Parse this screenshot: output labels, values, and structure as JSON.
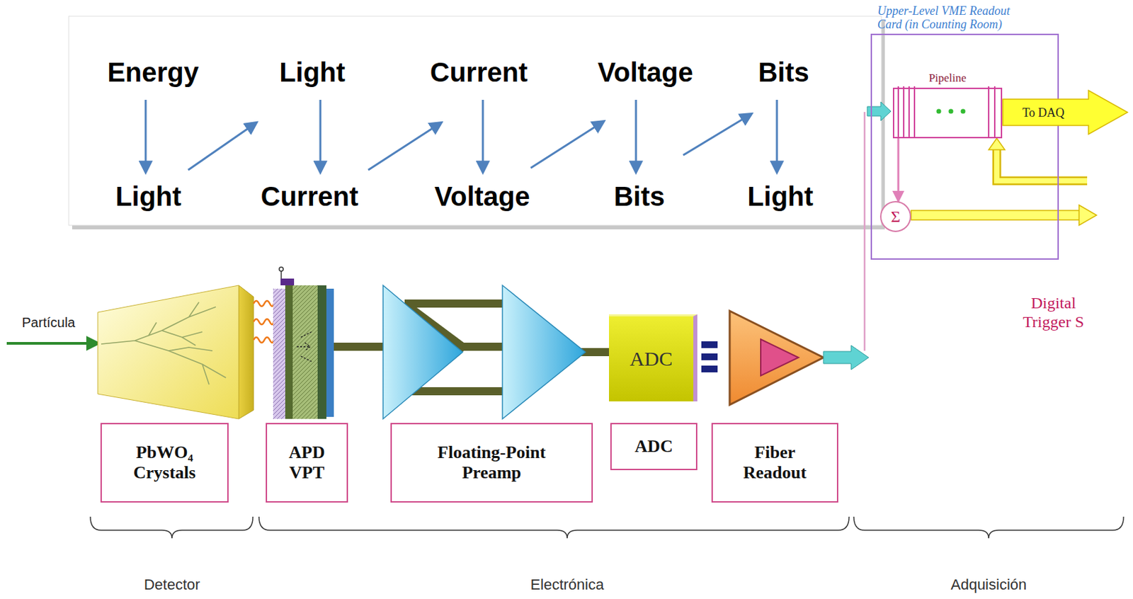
{
  "diagram": {
    "nodes": [
      {
        "text": [
          "Upper-Level VME Readout Card (in Counting Room)"
        ]
      },
      {
        "text": [
          "Pipeline"
        ],
        "in": 0
      },
      {
        "text": [
          "To DAQ"
        ],
        "in": 0
      },
      {
        "text": [
          "Σ"
        ],
        "in": 0
      },
      {
        "text": [
          "ADC"
        ]
      },
      {
        "text": [
          "PbWO₄ Crystals"
        ]
      },
      {
        "text": [
          "APD VPT"
        ]
      },
      {
        "text": [
          "Floating-Point Preamp"
        ]
      },
      {
        "text": [
          "ADC"
        ]
      },
      {
        "text": [
          "Fiber Readout"
        ]
      }
    ],
    "edges": [
      {
        "from": 1,
        "to": 3,
        "arrow": "to"
      }
    ],
    "labels": [
      "Energy",
      "Light",
      "Current",
      "Voltage",
      "Bits",
      "Light",
      "Current",
      "Voltage",
      "Bits",
      "Light",
      "Partícula",
      "Digital Trigger S",
      "Detector",
      "Electrónica",
      "Adquisición"
    ]
  }
}
